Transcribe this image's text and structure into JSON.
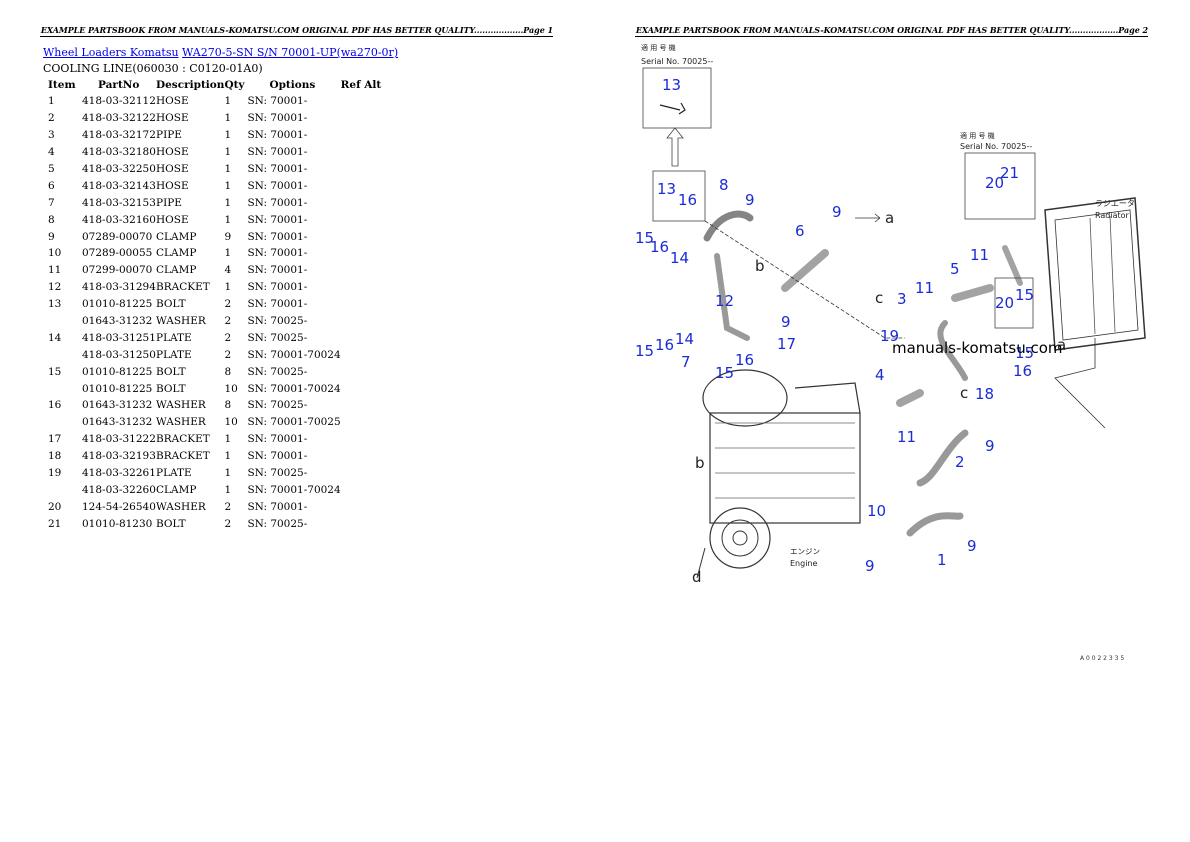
{
  "page1": {
    "header": "EXAMPLE PARTSBOOK FROM MANUALS-KOMATSU.COM ORIGINAL PDF HAS BETTER QUALITY..................Page 1",
    "breadcrumb": {
      "link1": "Wheel Loaders Komatsu",
      "link2": "WA270-5-SN  S/N  70001-UP(wa270-0r)"
    },
    "subtitle": "COOLING LINE(060030 : C0120-01A0)",
    "columns": [
      "Item",
      "PartNo",
      "Description",
      "Qty",
      "Options",
      "Ref Alt"
    ],
    "rows": [
      [
        "1",
        "418-03-32112",
        "HOSE",
        "1",
        "SN: 70001-"
      ],
      [
        "2",
        "418-03-32122",
        "HOSE",
        "1",
        "SN: 70001-"
      ],
      [
        "3",
        "418-03-32172",
        "PIPE",
        "1",
        "SN: 70001-"
      ],
      [
        "4",
        "418-03-32180",
        "HOSE",
        "1",
        "SN: 70001-"
      ],
      [
        "5",
        "418-03-32250",
        "HOSE",
        "1",
        "SN: 70001-"
      ],
      [
        "6",
        "418-03-32143",
        "HOSE",
        "1",
        "SN: 70001-"
      ],
      [
        "7",
        "418-03-32153",
        "PIPE",
        "1",
        "SN: 70001-"
      ],
      [
        "8",
        "418-03-32160",
        "HOSE",
        "1",
        "SN: 70001-"
      ],
      [
        "9",
        "07289-00070",
        "CLAMP",
        "9",
        "SN: 70001-"
      ],
      [
        "10",
        "07289-00055",
        "CLAMP",
        "1",
        "SN: 70001-"
      ],
      [
        "11",
        "07299-00070",
        "CLAMP",
        "4",
        "SN: 70001-"
      ],
      [
        "12",
        "418-03-31294",
        "BRACKET",
        "1",
        "SN: 70001-"
      ],
      [
        "13",
        "01010-81225",
        "BOLT",
        "2",
        "SN: 70001-"
      ],
      [
        "",
        "01643-31232",
        "WASHER",
        "2",
        "SN: 70025-"
      ],
      [
        "14",
        "418-03-31251",
        "PLATE",
        "2",
        "SN: 70025-"
      ],
      [
        "",
        "418-03-31250",
        "PLATE",
        "2",
        "SN: 70001-70024"
      ],
      [
        "15",
        "01010-81225",
        "BOLT",
        "8",
        "SN: 70025-"
      ],
      [
        "",
        "01010-81225",
        "BOLT",
        "10",
        "SN: 70001-70024"
      ],
      [
        "16",
        "01643-31232",
        "WASHER",
        "8",
        "SN: 70025-"
      ],
      [
        "",
        "01643-31232",
        "WASHER",
        "10",
        "SN: 70001-70025"
      ],
      [
        "17",
        "418-03-31222",
        "BRACKET",
        "1",
        "SN: 70001-"
      ],
      [
        "18",
        "418-03-32193",
        "BRACKET",
        "1",
        "SN: 70001-"
      ],
      [
        "19",
        "418-03-32261",
        "PLATE",
        "1",
        "SN: 70025-"
      ],
      [
        "",
        "418-03-32260",
        "CLAMP",
        "1",
        "SN: 70001-70024"
      ],
      [
        "20",
        "124-54-26540",
        "WASHER",
        "2",
        "SN: 70001-"
      ],
      [
        "21",
        "01010-81230",
        "BOLT",
        "2",
        "SN: 70025-"
      ]
    ]
  },
  "page2": {
    "header": "EXAMPLE PARTSBOOK FROM MANUALS-KOMATSU.COM ORIGINAL PDF HAS BETTER QUALITY..................Page 2",
    "watermark": "manuals-komatsu.com",
    "serial_label_1": "Serial No. 70025--",
    "serial_label_2": "Serial No. 70025--",
    "radiator_label": "Radiator",
    "engine_label": "Engine",
    "callouts": [
      "13",
      "13",
      "16",
      "8",
      "9",
      "9",
      "6",
      "15",
      "16",
      "14",
      "12",
      "15",
      "16",
      "14",
      "17",
      "7",
      "15",
      "16",
      "9",
      "3",
      "11",
      "5",
      "11",
      "20",
      "21",
      "20",
      "15",
      "19",
      "4",
      "11",
      "2",
      "9",
      "10",
      "9",
      "1",
      "9",
      "18",
      "16",
      "15"
    ],
    "letters": [
      "a",
      "b",
      "c",
      "c",
      "a",
      "b",
      "d"
    ],
    "footer_code": "A 0 0 2 2 3 3 5"
  }
}
